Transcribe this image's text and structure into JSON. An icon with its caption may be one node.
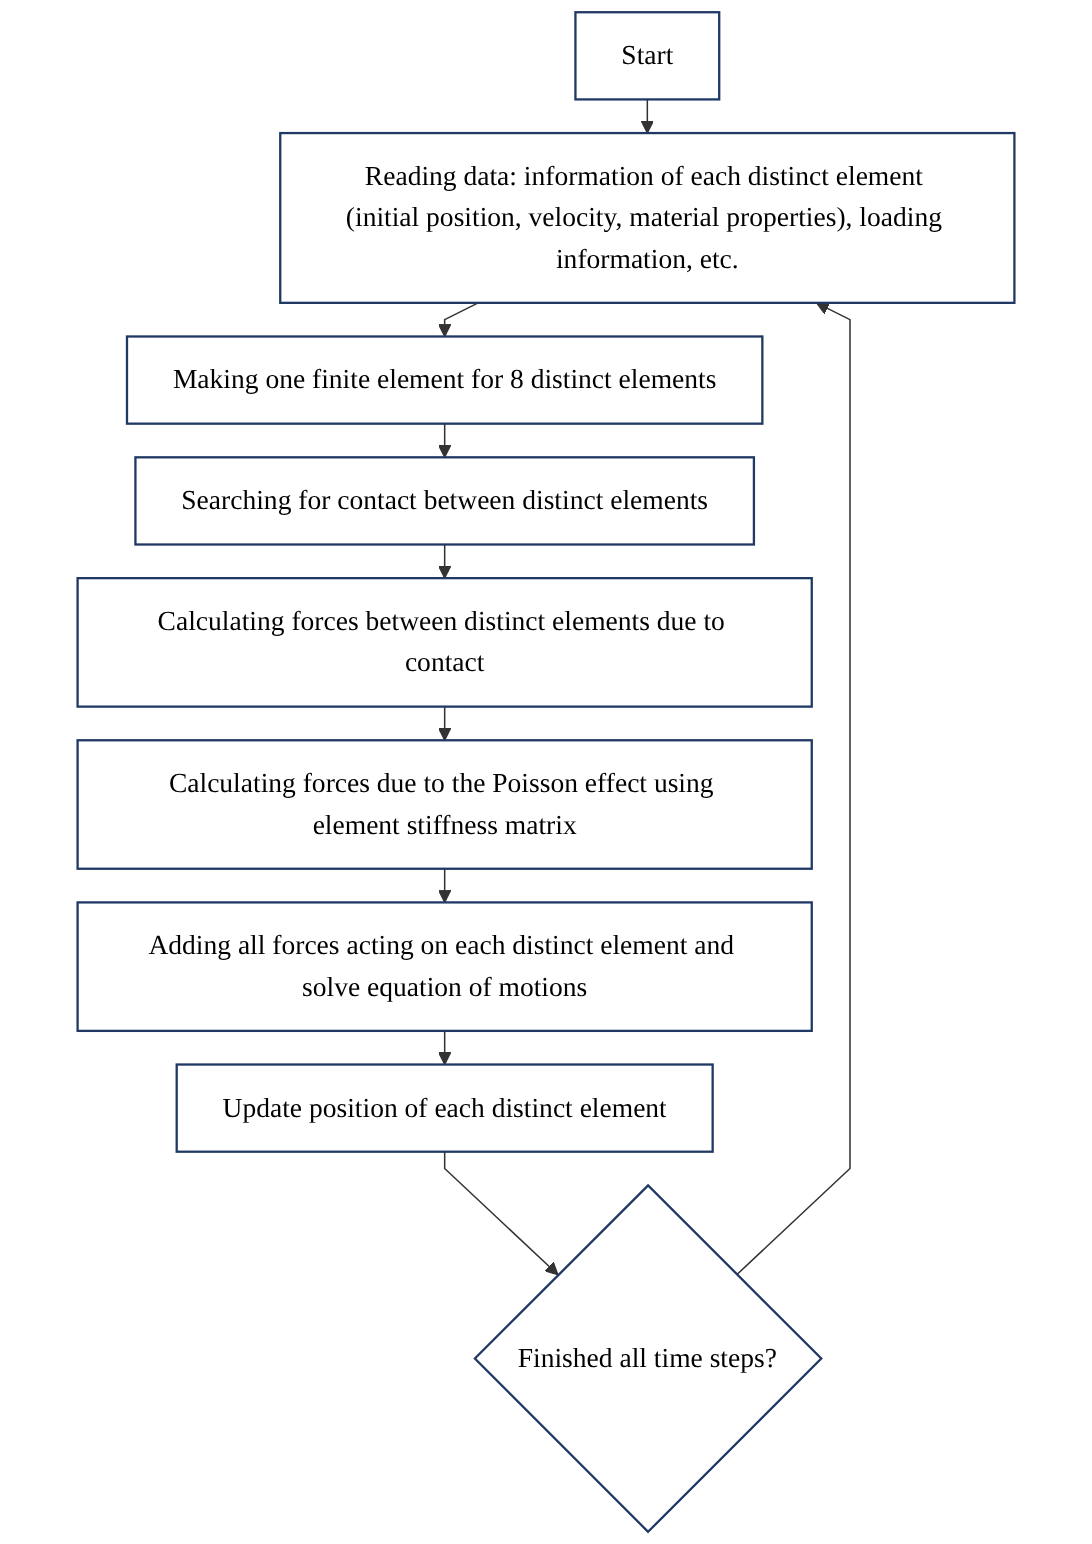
{
  "diagram": {
    "nodes": [
      {
        "text": [
          "Start"
        ]
      },
      {
        "text": [
          "Reading data: information of each distinct element (initial position, velocity, material properties), loading information, etc."
        ]
      },
      {
        "text": [
          "Making one finite element for 8 distinct elements"
        ]
      },
      {
        "text": [
          "Searching for contact between distinct elements"
        ]
      },
      {
        "text": [
          "Calculating forces between distinct elements due to contact"
        ]
      },
      {
        "text": [
          "Calculating forces due to the Poisson effect using element stiffness matrix"
        ]
      },
      {
        "text": [
          "Adding all forces acting on each distinct element and solve equation of motions"
        ]
      },
      {
        "text": [
          "Update position of each distinct element"
        ]
      },
      {
        "text": [
          "Finished all time steps?"
        ]
      }
    ],
    "edges": [
      {
        "from": 0,
        "to": 1,
        "arrow": "to"
      },
      {
        "from": 1,
        "to": 2,
        "arrow": "to"
      },
      {
        "from": 2,
        "to": 3,
        "arrow": "to"
      },
      {
        "from": 3,
        "to": 4,
        "arrow": "to"
      },
      {
        "from": 4,
        "to": 5,
        "arrow": "to"
      },
      {
        "from": 5,
        "to": 6,
        "arrow": "to"
      },
      {
        "from": 6,
        "to": 7,
        "arrow": "to"
      },
      {
        "from": 7,
        "to": 8,
        "arrow": "to"
      },
      {
        "from": 8,
        "to": 1,
        "arrow": "to"
      }
    ]
  }
}
